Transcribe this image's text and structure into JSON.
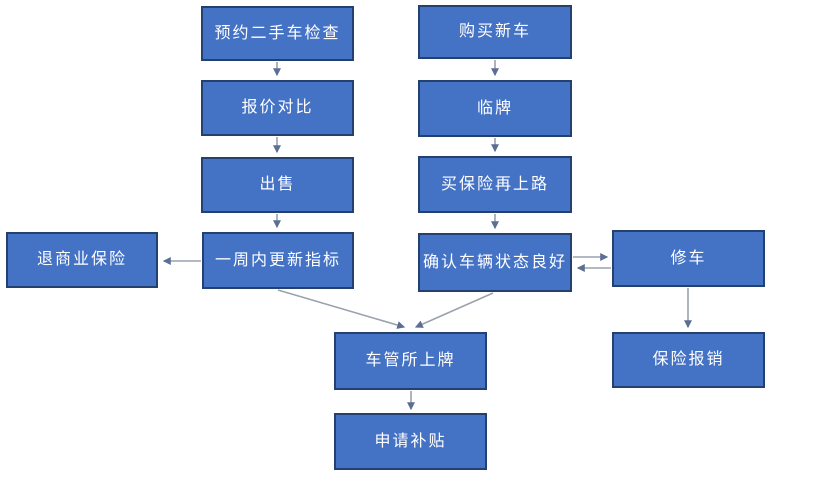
{
  "diagram": {
    "type": "flowchart",
    "colors": {
      "node_fill": "#4472C4",
      "node_border": "#24406E",
      "arrow": "#9aa2ae",
      "arrow_head": "#5b6f94",
      "text_color": "#ffffff",
      "background": "#ffffff"
    },
    "nodes": [
      {
        "id": "book-used-car-inspection",
        "label": "预约二手车检查"
      },
      {
        "id": "price-comparison",
        "label": "报价对比"
      },
      {
        "id": "sell",
        "label": "出售"
      },
      {
        "id": "update-quota-within-week",
        "label": "一周内更新指标"
      },
      {
        "id": "refund-commercial-insurance",
        "label": "退商业保险"
      },
      {
        "id": "buy-new-car",
        "label": "购买新车"
      },
      {
        "id": "temporary-plate",
        "label": "临牌"
      },
      {
        "id": "buy-insurance-then-drive",
        "label": "买保险再上路"
      },
      {
        "id": "confirm-vehicle-good-condition",
        "label": "确认车辆状态良好"
      },
      {
        "id": "repair-car",
        "label": "修车"
      },
      {
        "id": "insurance-reimbursement",
        "label": "保险报销"
      },
      {
        "id": "dmv-plate-registration",
        "label": "车管所上牌"
      },
      {
        "id": "apply-for-subsidy",
        "label": "申请补贴"
      }
    ],
    "edges": [
      {
        "from": "book-used-car-inspection",
        "to": "price-comparison"
      },
      {
        "from": "price-comparison",
        "to": "sell"
      },
      {
        "from": "sell",
        "to": "update-quota-within-week"
      },
      {
        "from": "update-quota-within-week",
        "to": "refund-commercial-insurance"
      },
      {
        "from": "buy-new-car",
        "to": "temporary-plate"
      },
      {
        "from": "temporary-plate",
        "to": "buy-insurance-then-drive"
      },
      {
        "from": "buy-insurance-then-drive",
        "to": "confirm-vehicle-good-condition"
      },
      {
        "from": "confirm-vehicle-good-condition",
        "to": "repair-car"
      },
      {
        "from": "repair-car",
        "to": "confirm-vehicle-good-condition"
      },
      {
        "from": "repair-car",
        "to": "insurance-reimbursement"
      },
      {
        "from": "update-quota-within-week",
        "to": "dmv-plate-registration"
      },
      {
        "from": "confirm-vehicle-good-condition",
        "to": "dmv-plate-registration"
      },
      {
        "from": "dmv-plate-registration",
        "to": "apply-for-subsidy"
      }
    ]
  }
}
